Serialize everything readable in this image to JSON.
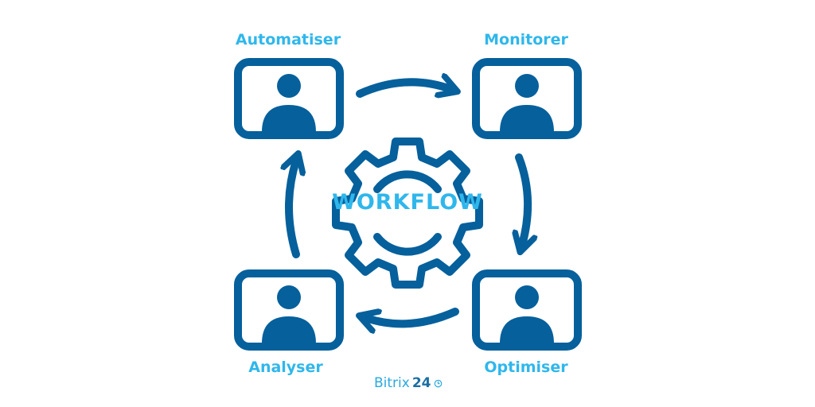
{
  "diagram": {
    "center": "WORKFLOW",
    "steps": {
      "top_left": "Automatiser",
      "top_right": "Monitorer",
      "bottom_right": "Optimiser",
      "bottom_left": "Analyser"
    }
  },
  "brand": {
    "name": "Bitrix",
    "number": "24"
  },
  "colors": {
    "primary": "#05609c",
    "accent": "#2fb7ec"
  },
  "icons": [
    "user-monitor-icon",
    "gear-icon",
    "arrow-icon",
    "clock-icon"
  ]
}
